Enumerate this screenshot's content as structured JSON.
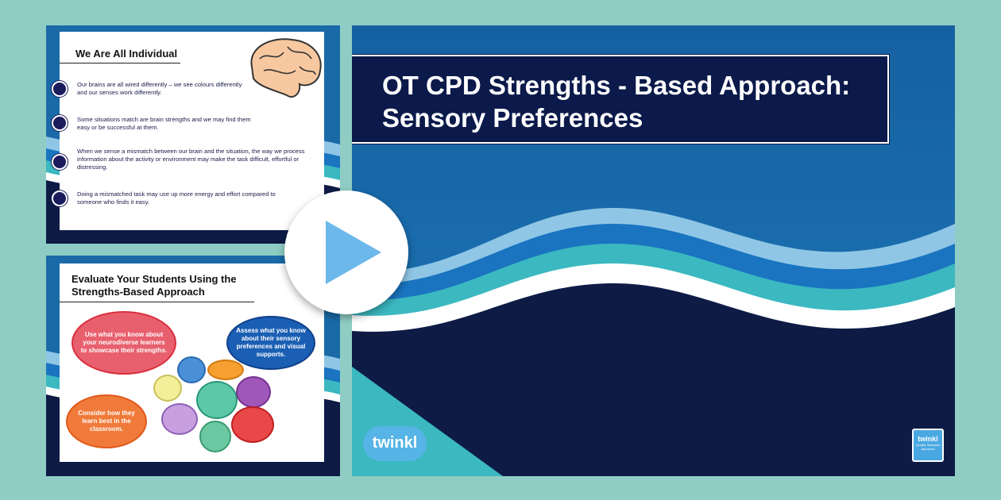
{
  "main_slide": {
    "title": "OT CPD Strengths - Based Approach: Sensory Preferences",
    "logo": "twinkl",
    "badge": {
      "brand": "twinkl",
      "text": "Quality Standard Approved"
    }
  },
  "thumbnail_1": {
    "title": "We Are All Individual",
    "bullets": [
      "Our brains are all wired differently – we see colours differently and our senses work differently.",
      "Some situations match are brain strengths and we may find them easy or be successful at them.",
      "When we sense a mismatch between our brain and the situation, the way we process information about the activity or environment may make the task difficult, effortful or distressing.",
      "Doing a mismatched task may use up more energy and effort compared to someone who finds it easy."
    ]
  },
  "thumbnail_2": {
    "title": "Evaluate Your Students Using the Strengths-Based Approach",
    "bubbles": [
      "Use what you know about your neurodiverse learners to showcase their strengths.",
      "Assess what you know about their sensory preferences and visual supports.",
      "Consider how they learn best in the classroom."
    ]
  },
  "colors": {
    "background": "#8fcdc4",
    "navy": "#0d1b45",
    "blue": "#1a6aa8",
    "light_blue": "#8fc6e6",
    "teal": "#3bb8c0",
    "play": "#6cb8ea"
  },
  "icons": [
    "play-icon",
    "brain-icon",
    "twinkl-logo",
    "quality-badge"
  ]
}
